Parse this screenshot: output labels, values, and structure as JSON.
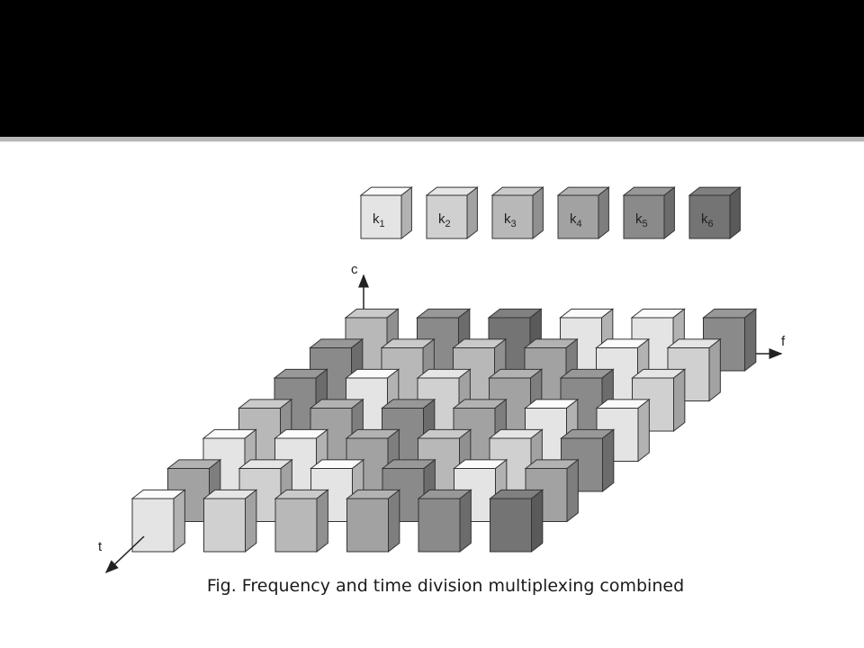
{
  "slide": {
    "caption": "Fig. Frequency and time division multiplexing combined"
  },
  "colors": {
    "title_bar": "#000000",
    "k1": "#e4e4e4",
    "k2": "#d0d0d0",
    "k3": "#b8b8b8",
    "k4": "#a2a2a2",
    "k5": "#8a8a8a",
    "k6": "#747474"
  },
  "legend": [
    {
      "base": "k",
      "sub": "1",
      "channel": 1
    },
    {
      "base": "k",
      "sub": "2",
      "channel": 2
    },
    {
      "base": "k",
      "sub": "3",
      "channel": 3
    },
    {
      "base": "k",
      "sub": "4",
      "channel": 4
    },
    {
      "base": "k",
      "sub": "5",
      "channel": 5
    },
    {
      "base": "k",
      "sub": "6",
      "channel": 6
    }
  ],
  "axes": {
    "c": "c",
    "f": "f",
    "t": "t"
  },
  "grid_channels": [
    [
      3,
      5,
      6,
      1,
      1,
      5
    ],
    [
      5,
      3,
      3,
      4,
      1,
      2
    ],
    [
      5,
      1,
      2,
      4,
      5,
      2
    ],
    [
      3,
      4,
      5,
      4,
      1,
      1
    ],
    [
      1,
      1,
      4,
      3,
      2,
      5
    ],
    [
      4,
      2,
      1,
      5,
      1,
      4
    ],
    [
      1,
      2,
      3,
      4,
      5,
      6
    ]
  ]
}
